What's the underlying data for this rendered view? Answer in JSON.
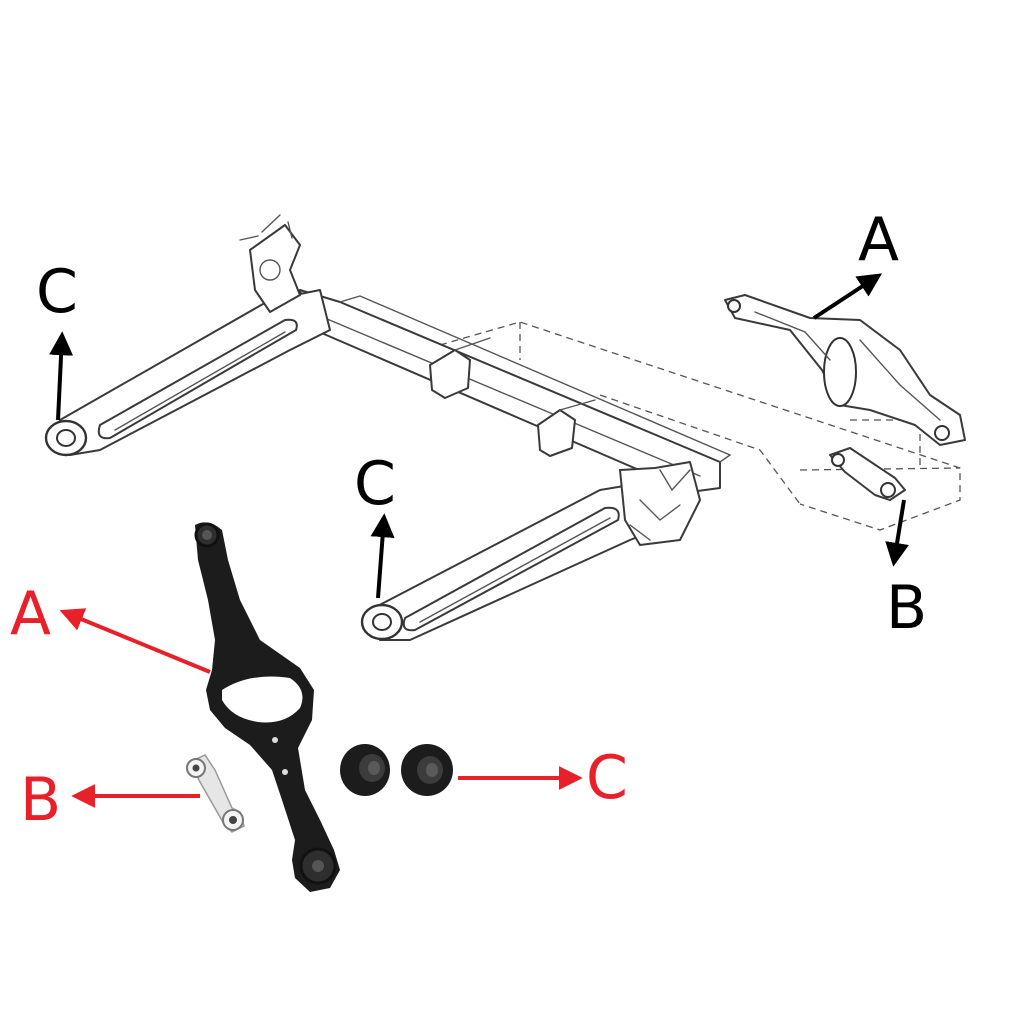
{
  "labels": {
    "top_right_a": "A",
    "top_left_c": "C",
    "middle_c": "C",
    "right_b": "B",
    "photo_a": "A",
    "photo_b": "B",
    "photo_c": "C"
  },
  "colors": {
    "diagram_label": "#000000",
    "photo_label": "#e8202a",
    "photo_part": "#1c1c1c",
    "link_part": "#e6e6e6"
  },
  "icons": {
    "arrow": "arrow-icon"
  }
}
